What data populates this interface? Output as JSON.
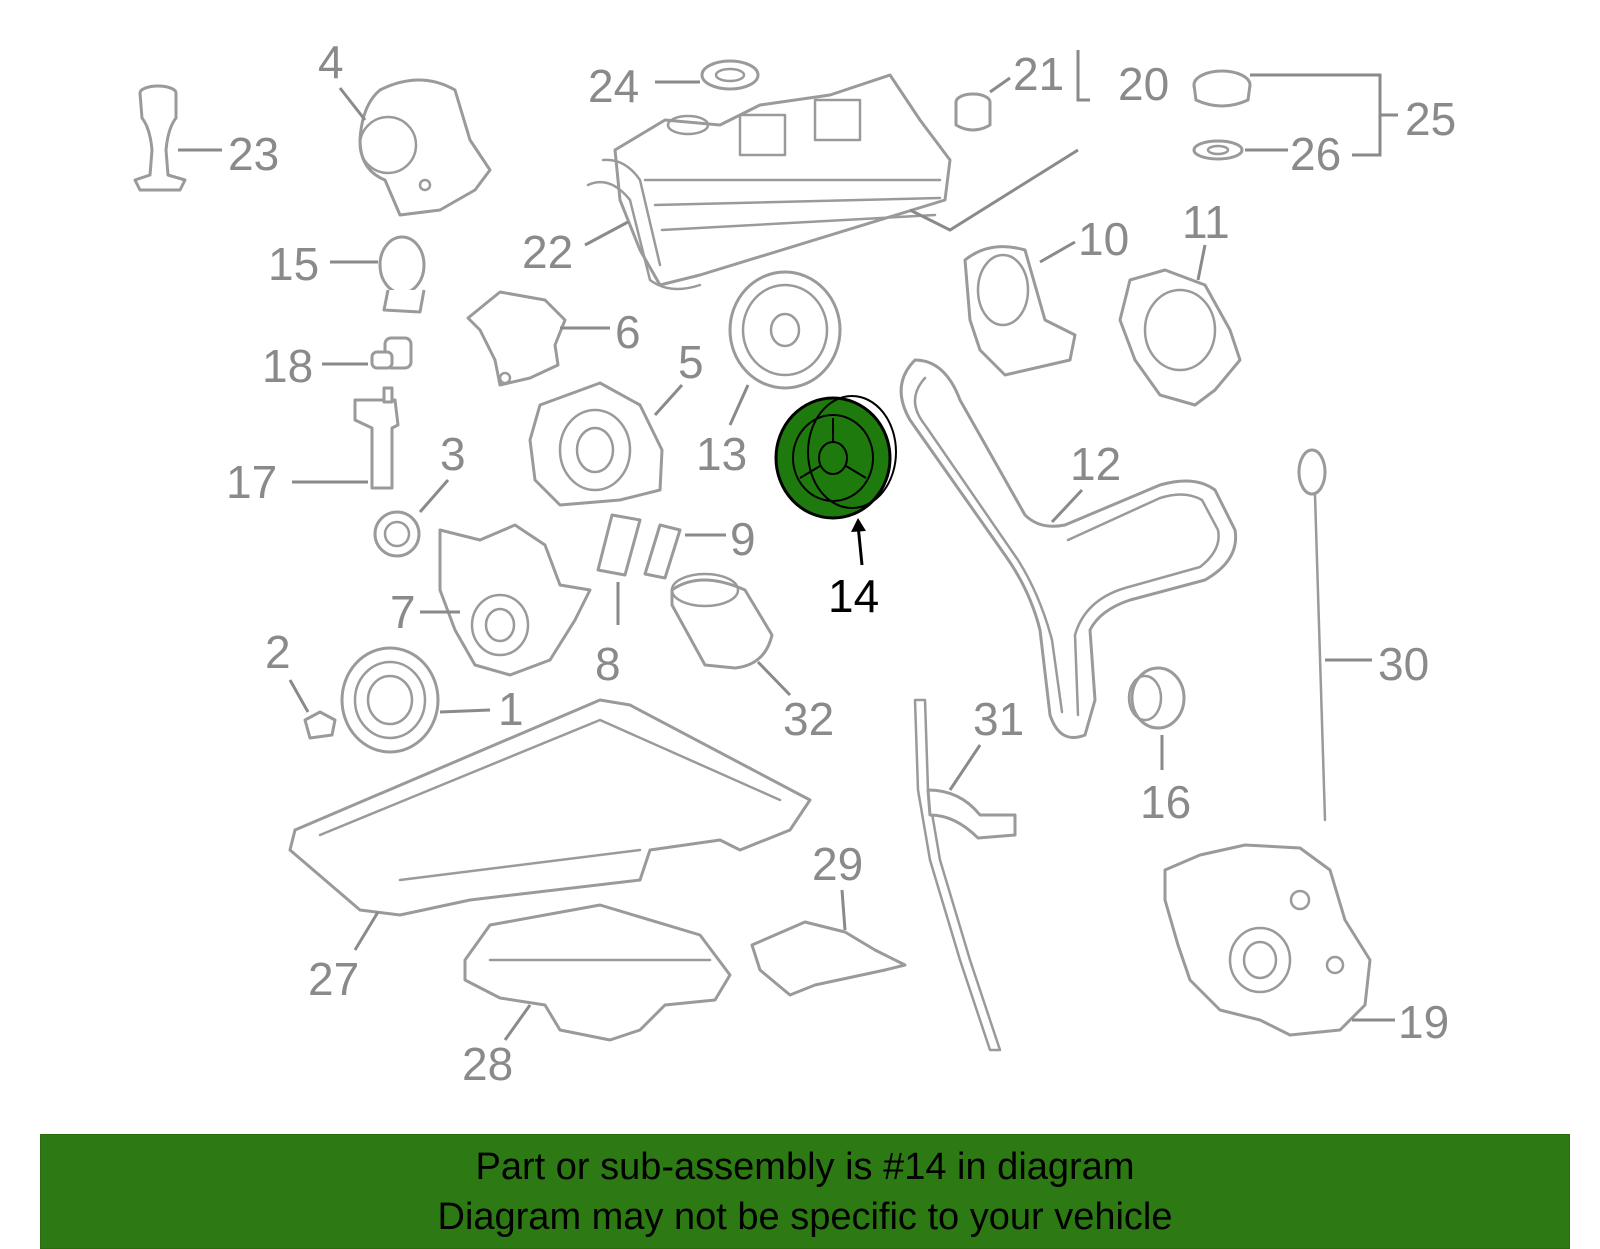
{
  "diagram": {
    "highlighted_part": "14",
    "colors": {
      "part_outline": "#9a9a9a",
      "label_gray": "#8a8a8a",
      "highlight_fill": "#1f7a0e",
      "highlight_label": "#000000",
      "banner_bg": "#2d7a14"
    },
    "labels": {
      "p1": "1",
      "p2": "2",
      "p3": "3",
      "p4": "4",
      "p5": "5",
      "p6": "6",
      "p7": "7",
      "p8": "8",
      "p9": "9",
      "p10": "10",
      "p11": "11",
      "p12": "12",
      "p13": "13",
      "p14": "14",
      "p15": "15",
      "p16": "16",
      "p17": "17",
      "p18": "18",
      "p19": "19",
      "p20": "20",
      "p21": "21",
      "p22": "22",
      "p23": "23",
      "p24": "24",
      "p25": "25",
      "p26": "26",
      "p27": "27",
      "p28": "28",
      "p29": "29",
      "p30": "30",
      "p31": "31",
      "p32": "32"
    }
  },
  "banner": {
    "line1": "Part or sub-assembly is #14 in diagram",
    "line2": "Diagram may not be specific to your vehicle"
  }
}
